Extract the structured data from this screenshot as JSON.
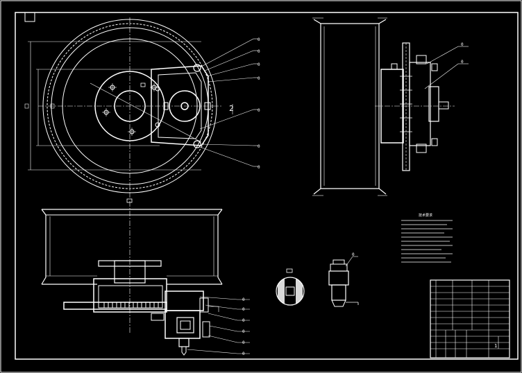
{
  "drawing": {
    "background": "#000000",
    "line_color": "#ffffff",
    "callouts_top": [
      "0",
      "0",
      "0",
      "0",
      "0",
      "0",
      "0"
    ],
    "callouts_side": [
      "0",
      "0"
    ],
    "callouts_bottom": [
      "0",
      "0",
      "0",
      "0",
      "0",
      "0"
    ],
    "detail_label": "0",
    "dim_label_front": "2",
    "notes_title": "技术要求",
    "notes_lines": [
      "",
      "",
      "",
      "",
      "",
      "",
      "",
      "",
      "",
      "",
      ""
    ]
  },
  "title_block": {
    "scale": "1",
    "rows": [
      "",
      "",
      "",
      "",
      "",
      "",
      "",
      "",
      "",
      "",
      "",
      ""
    ]
  }
}
